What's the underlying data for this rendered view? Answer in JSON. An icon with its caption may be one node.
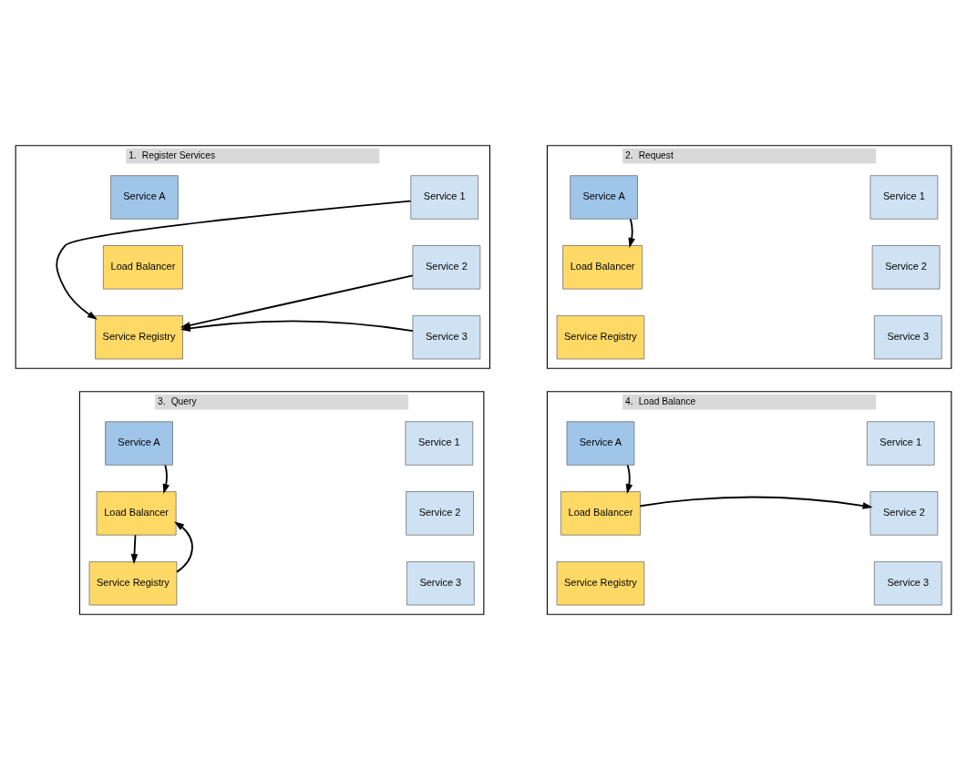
{
  "diagram": {
    "nodes": [
      {
        "text": [
          "1.",
          "Register Services"
        ]
      },
      {
        "text": [
          "Service A"
        ],
        "in": 0
      },
      {
        "text": [
          "Service 1"
        ],
        "in": 0
      },
      {
        "text": [
          "Load Balancer"
        ],
        "in": 0
      },
      {
        "text": [
          "Service 2"
        ],
        "in": 0
      },
      {
        "text": [
          "Service Registry"
        ],
        "in": 0
      },
      {
        "text": [
          "Service 3"
        ],
        "in": 0
      },
      {
        "text": [
          "2.",
          "Request"
        ]
      },
      {
        "text": [
          "Service A"
        ],
        "in": 7
      },
      {
        "text": [
          "Service 1"
        ],
        "in": 7
      },
      {
        "text": [
          "Load Balancer"
        ],
        "in": 7
      },
      {
        "text": [
          "Service 2"
        ],
        "in": 7
      },
      {
        "text": [
          "Service Registry"
        ],
        "in": 7
      },
      {
        "text": [
          "Service 3"
        ],
        "in": 7
      },
      {
        "text": [
          "3.",
          "Query"
        ]
      },
      {
        "text": [
          "Service A"
        ],
        "in": 14
      },
      {
        "text": [
          "Service 1"
        ],
        "in": 14
      },
      {
        "text": [
          "Load Balancer"
        ],
        "in": 14
      },
      {
        "text": [
          "Service 2"
        ],
        "in": 14
      },
      {
        "text": [
          "Service Registry"
        ],
        "in": 14
      },
      {
        "text": [
          "Service 3"
        ],
        "in": 14
      },
      {
        "text": [
          "4.",
          "Load Balance"
        ]
      },
      {
        "text": [
          "Service A"
        ],
        "in": 21
      },
      {
        "text": [
          "Service 1"
        ],
        "in": 21
      },
      {
        "text": [
          "Load Balancer"
        ],
        "in": 21
      },
      {
        "text": [
          "Service 2"
        ],
        "in": 21
      },
      {
        "text": [
          "Service Registry"
        ],
        "in": 21
      },
      {
        "text": [
          "Service 3"
        ],
        "in": 21
      }
    ],
    "edges": [
      {
        "from": 2,
        "to": 5,
        "arrow": "to"
      },
      {
        "from": 4,
        "to": 5,
        "arrow": "to"
      },
      {
        "from": 6,
        "to": 5,
        "arrow": "to"
      },
      {
        "from": 8,
        "to": 10,
        "arrow": "to"
      },
      {
        "from": 15,
        "to": 17,
        "arrow": "to"
      },
      {
        "from": 17,
        "to": 19,
        "arrow": "to"
      },
      {
        "from": 19,
        "to": 17,
        "arrow": "to"
      },
      {
        "from": 22,
        "to": 24,
        "arrow": "to"
      },
      {
        "from": 24,
        "to": 25,
        "arrow": "to"
      }
    ]
  }
}
